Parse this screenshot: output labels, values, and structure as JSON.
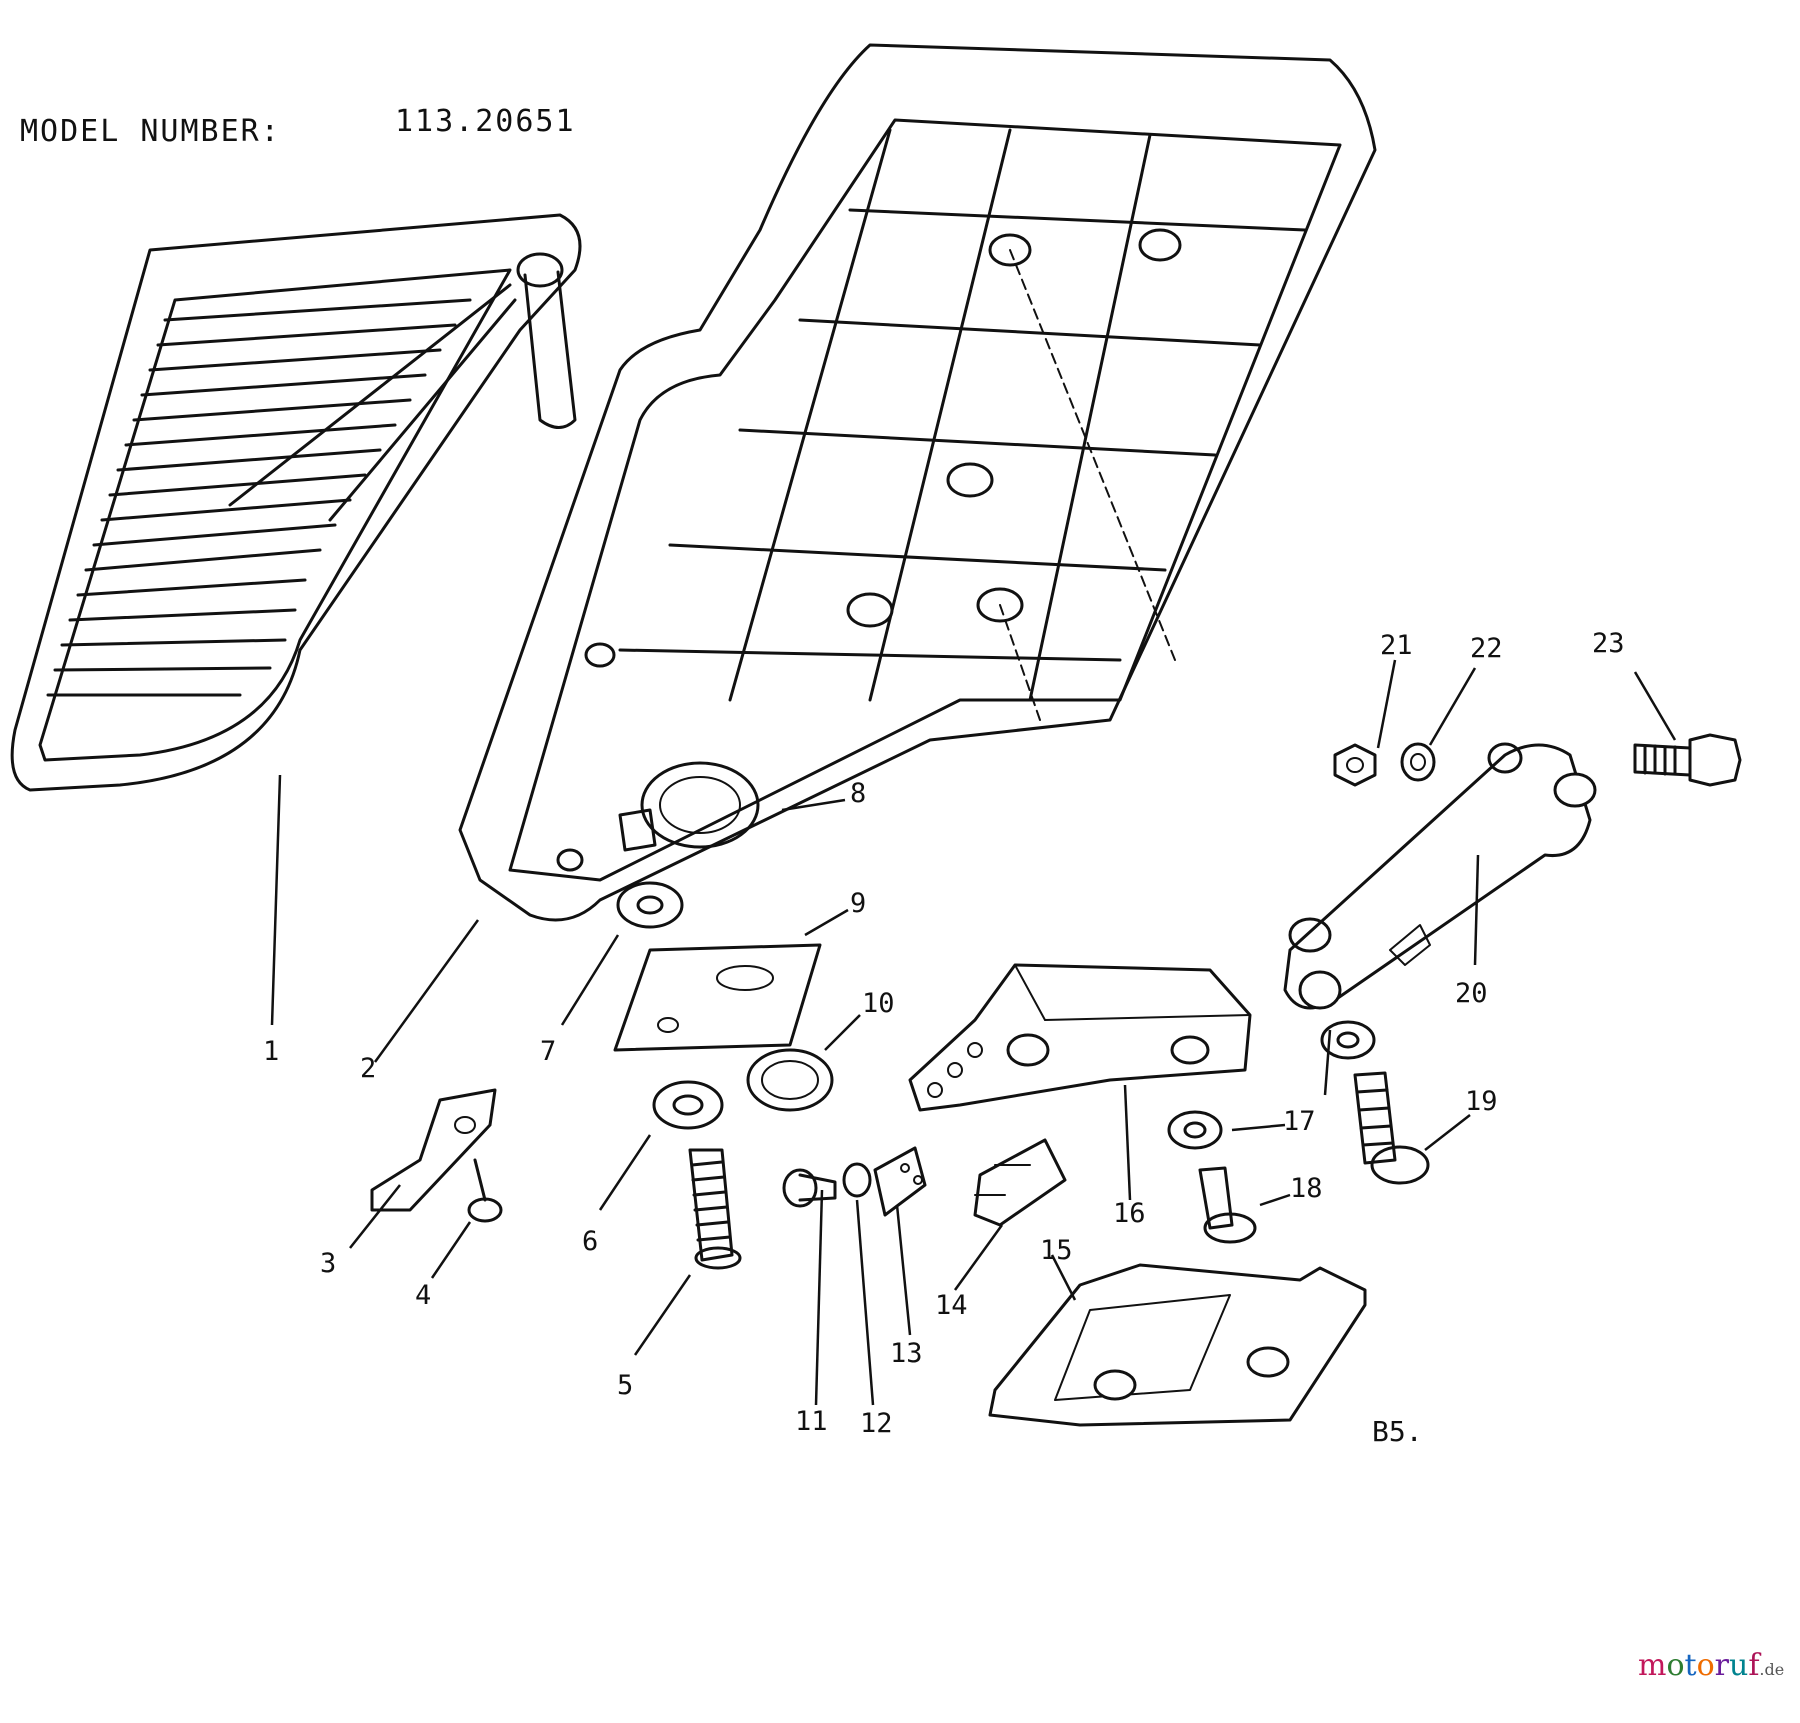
{
  "header": {
    "model_label": "MODEL NUMBER:",
    "model_number": "113.20651"
  },
  "figure_code": "B5.",
  "watermark": {
    "parts": [
      "m",
      "o",
      "t",
      "o",
      "r",
      "u",
      "f",
      ".de"
    ],
    "colors": [
      "#c2185b",
      "#2e7d32",
      "#1565c0",
      "#ef6c00",
      "#6a1b9a",
      "#00838f",
      "#ad1457",
      "#555555"
    ]
  },
  "callouts": [
    "1",
    "2",
    "3",
    "4",
    "5",
    "6",
    "7",
    "8",
    "9",
    "10",
    "11",
    "12",
    "13",
    "14",
    "15",
    "16",
    "17",
    "18",
    "19",
    "20",
    "21",
    "22",
    "23"
  ]
}
